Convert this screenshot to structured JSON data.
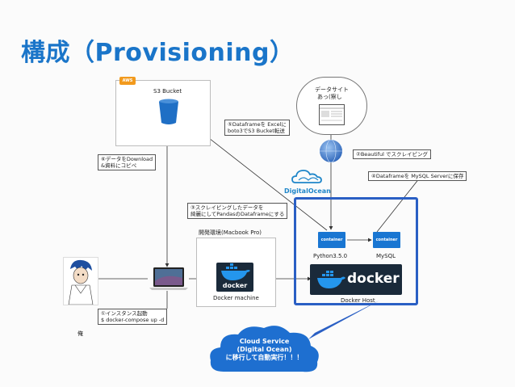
{
  "title": "構成（Provisioning）",
  "aws": {
    "badge": "AWS",
    "s3_label": "S3 Bucket"
  },
  "datasite": {
    "label_line1": "データサイト",
    "label_line2": "あっ(察し"
  },
  "digitalocean": {
    "label": "DigitalOcean"
  },
  "notes": {
    "n5": [
      "⑤Dataframeを Excelに",
      "boto3でS3 Bucket転送"
    ],
    "n6": [
      "⑥データをDownload",
      "&資料にコピペ"
    ],
    "n2": [
      "②Beautiful でスクレイピング"
    ],
    "n4": [
      "④Dataframeを MySQL Serverに保存"
    ],
    "n3": [
      "③スクレイピングしたデータを",
      "綺麗にしてPandasのDataframeにする"
    ],
    "n1": [
      "①インスタンス起動",
      "$ docker-compose up -d"
    ]
  },
  "dev_env": {
    "label": "開発環境(Macbook Pro)",
    "docker_machine": "Docker machine"
  },
  "containers": {
    "tag": "container",
    "python": "Python3.5.0",
    "mysql": "MySQL"
  },
  "docker_host": {
    "label": "Docker Host",
    "logo_text": "docker"
  },
  "person": {
    "label": "俺"
  },
  "cloud": {
    "line1": "Cloud Service",
    "line2": "(Digital Ocean)",
    "line3": "に移行して自動実行！！！"
  },
  "colors": {
    "title": "#1a75c9",
    "highlight": "#2a5fc4",
    "cloud": "#1e6fd0",
    "docker": "#2496ed"
  }
}
